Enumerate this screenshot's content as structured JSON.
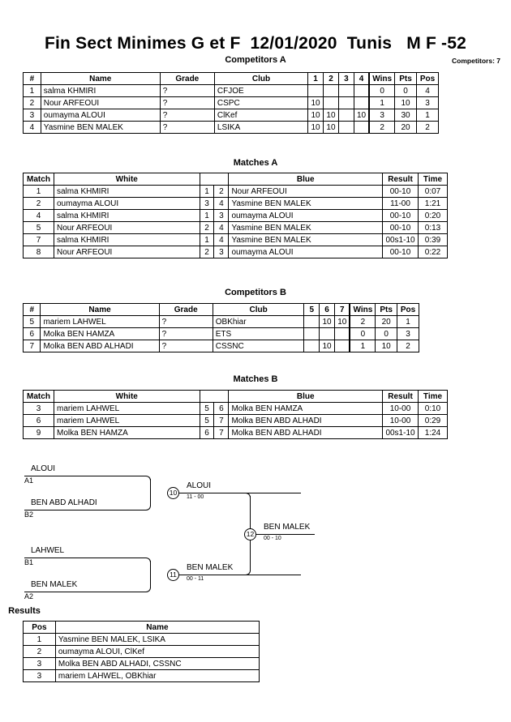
{
  "header": {
    "title": "Fin Sect Minimes G et F  12/01/2020  Tunis   M F -52",
    "competitors_label": "Competitors: 7"
  },
  "sections": {
    "competitors_a": "Competitors A",
    "matches_a": "Matches A",
    "competitors_b": "Competitors B",
    "matches_b": "Matches B",
    "results": "Results"
  },
  "pool_a": {
    "headers": [
      "#",
      "Name",
      "Grade",
      "Club",
      "1",
      "2",
      "3",
      "4",
      "Wins",
      "Pts",
      "Pos"
    ],
    "rows": [
      {
        "num": "1",
        "name": "salma KHMIRI",
        "grade": "?",
        "club": "CFJOE",
        "cells": [
          "",
          "",
          "",
          ""
        ],
        "wins": "0",
        "pts": "0",
        "pos": "4"
      },
      {
        "num": "2",
        "name": "Nour ARFEOUI",
        "grade": "?",
        "club": "CSPC",
        "cells": [
          "10",
          "",
          "",
          ""
        ],
        "wins": "1",
        "pts": "10",
        "pos": "3"
      },
      {
        "num": "3",
        "name": "oumayma ALOUI",
        "grade": "?",
        "club": "ClKef",
        "cells": [
          "10",
          "10",
          "",
          "10"
        ],
        "wins": "3",
        "pts": "30",
        "pos": "1"
      },
      {
        "num": "4",
        "name": "Yasmine BEN MALEK",
        "grade": "?",
        "club": "LSIKA",
        "cells": [
          "10",
          "10",
          "",
          ""
        ],
        "wins": "2",
        "pts": "20",
        "pos": "2"
      }
    ]
  },
  "matches_a": {
    "headers": [
      "Match",
      "White",
      "Blue",
      "Result",
      "Time"
    ],
    "rows": [
      {
        "match": "1",
        "white": "salma KHMIRI",
        "w_seed": "1",
        "b_seed": "2",
        "blue": "Nour ARFEOUI",
        "result": "00-10",
        "time": "0:07"
      },
      {
        "match": "2",
        "white": "oumayma ALOUI",
        "w_seed": "3",
        "b_seed": "4",
        "blue": "Yasmine BEN MALEK",
        "result": "11-00",
        "time": "1:21"
      },
      {
        "match": "4",
        "white": "salma KHMIRI",
        "w_seed": "1",
        "b_seed": "3",
        "blue": "oumayma ALOUI",
        "result": "00-10",
        "time": "0:20"
      },
      {
        "match": "5",
        "white": "Nour ARFEOUI",
        "w_seed": "2",
        "b_seed": "4",
        "blue": "Yasmine BEN MALEK",
        "result": "00-10",
        "time": "0:13"
      },
      {
        "match": "7",
        "white": "salma KHMIRI",
        "w_seed": "1",
        "b_seed": "4",
        "blue": "Yasmine BEN MALEK",
        "result": "00s1-10",
        "time": "0:39"
      },
      {
        "match": "8",
        "white": "Nour ARFEOUI",
        "w_seed": "2",
        "b_seed": "3",
        "blue": "oumayma ALOUI",
        "result": "00-10",
        "time": "0:22"
      }
    ]
  },
  "pool_b": {
    "headers": [
      "#",
      "Name",
      "Grade",
      "Club",
      "5",
      "6",
      "7",
      "Wins",
      "Pts",
      "Pos"
    ],
    "rows": [
      {
        "num": "5",
        "name": "mariem LAHWEL",
        "grade": "?",
        "club": "OBKhiar",
        "cells": [
          "",
          "10",
          "10"
        ],
        "wins": "2",
        "pts": "20",
        "pos": "1"
      },
      {
        "num": "6",
        "name": "Molka BEN HAMZA",
        "grade": "?",
        "club": "ETS",
        "cells": [
          "",
          "",
          ""
        ],
        "wins": "0",
        "pts": "0",
        "pos": "3"
      },
      {
        "num": "7",
        "name": "Molka BEN ABD ALHADI",
        "grade": "?",
        "club": "CSSNC",
        "cells": [
          "",
          "10",
          ""
        ],
        "wins": "1",
        "pts": "10",
        "pos": "2"
      }
    ]
  },
  "matches_b": {
    "headers": [
      "Match",
      "White",
      "Blue",
      "Result",
      "Time"
    ],
    "rows": [
      {
        "match": "3",
        "white": "mariem LAHWEL",
        "w_seed": "5",
        "b_seed": "6",
        "blue": "Molka BEN HAMZA",
        "result": "10-00",
        "time": "0:10"
      },
      {
        "match": "6",
        "white": "mariem LAHWEL",
        "w_seed": "5",
        "b_seed": "7",
        "blue": "Molka BEN ABD ALHADI",
        "result": "10-00",
        "time": "0:29"
      },
      {
        "match": "9",
        "white": "Molka BEN HAMZA",
        "w_seed": "6",
        "b_seed": "7",
        "blue": "Molka BEN ABD ALHADI",
        "result": "00s1-10",
        "time": "1:24"
      }
    ]
  },
  "bracket": {
    "entries": [
      {
        "name": "ALOUI",
        "code": "A1"
      },
      {
        "name": "BEN ABD ALHADI",
        "code": "B2"
      },
      {
        "name": "LAHWEL",
        "code": "B1"
      },
      {
        "name": "BEN MALEK",
        "code": "A2"
      }
    ],
    "semifinals": [
      {
        "number": "10",
        "winner": "ALOUI",
        "score": "11 - 00"
      },
      {
        "number": "11",
        "winner": "BEN MALEK",
        "score": "00 - 11"
      }
    ],
    "final": {
      "number": "12",
      "winner": "BEN MALEK",
      "score": "00 - 10"
    }
  },
  "results": {
    "headers": [
      "Pos",
      "Name"
    ],
    "rows": [
      {
        "pos": "1",
        "name": "Yasmine BEN MALEK, LSIKA"
      },
      {
        "pos": "2",
        "name": "oumayma ALOUI, ClKef"
      },
      {
        "pos": "3",
        "name": "Molka BEN ABD ALHADI, CSSNC"
      },
      {
        "pos": "3",
        "name": "mariem LAHWEL, OBKhiar"
      }
    ]
  }
}
